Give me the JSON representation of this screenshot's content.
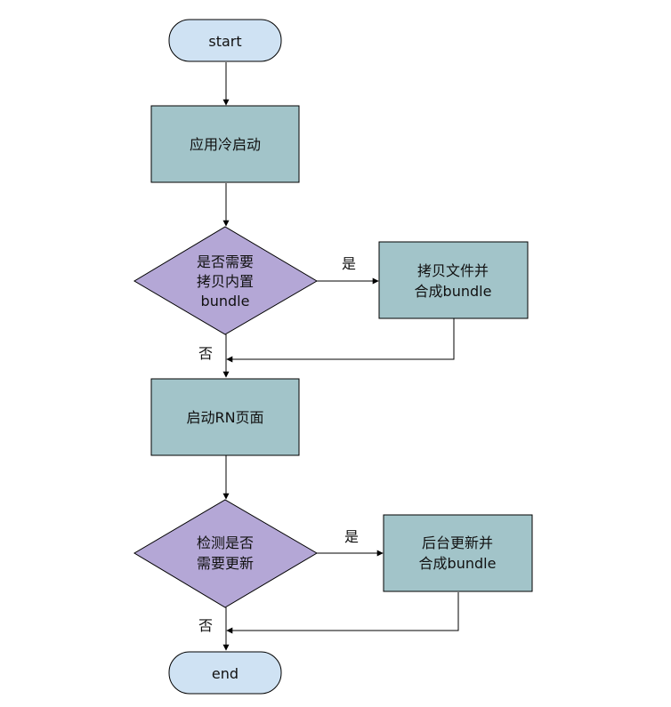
{
  "nodes": {
    "start": "start",
    "cold_start": "应用冷启动",
    "need_copy": [
      "是否需要",
      "拷贝内置",
      "bundle"
    ],
    "copy_merge": [
      "拷贝文件并",
      "合成bundle"
    ],
    "start_rn": "启动RN页面",
    "check_update": [
      "检测是否",
      "需要更新"
    ],
    "bg_update": [
      "后台更新并",
      "合成bundle"
    ],
    "end": "end"
  },
  "edges": {
    "yes_1": "是",
    "no_1": "否",
    "yes_2": "是",
    "no_2": "否"
  },
  "colors": {
    "terminal": "#cfe2f3",
    "process": "#a2c4c9",
    "decision": "#b4a7d6"
  }
}
